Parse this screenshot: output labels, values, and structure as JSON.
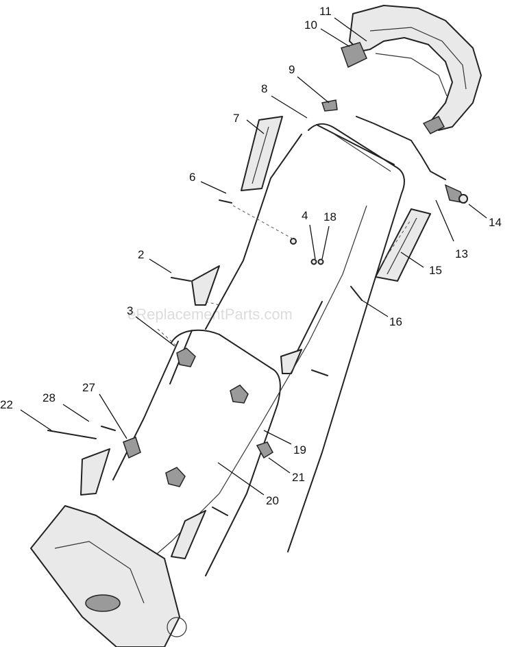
{
  "watermark": "eReplacementParts.com",
  "callouts": [
    {
      "id": "11",
      "label": "11"
    },
    {
      "id": "10",
      "label": "10"
    },
    {
      "id": "9",
      "label": "9"
    },
    {
      "id": "8",
      "label": "8"
    },
    {
      "id": "7",
      "label": "7"
    },
    {
      "id": "6",
      "label": "6"
    },
    {
      "id": "4",
      "label": "4"
    },
    {
      "id": "18",
      "label": "18"
    },
    {
      "id": "14",
      "label": "14"
    },
    {
      "id": "13",
      "label": "13"
    },
    {
      "id": "15",
      "label": "15"
    },
    {
      "id": "2",
      "label": "2"
    },
    {
      "id": "16",
      "label": "16"
    },
    {
      "id": "3",
      "label": "3"
    },
    {
      "id": "27",
      "label": "27"
    },
    {
      "id": "28",
      "label": "28"
    },
    {
      "id": "22",
      "label": "22"
    },
    {
      "id": "19",
      "label": "19"
    },
    {
      "id": "21",
      "label": "21"
    },
    {
      "id": "20",
      "label": "20"
    }
  ]
}
